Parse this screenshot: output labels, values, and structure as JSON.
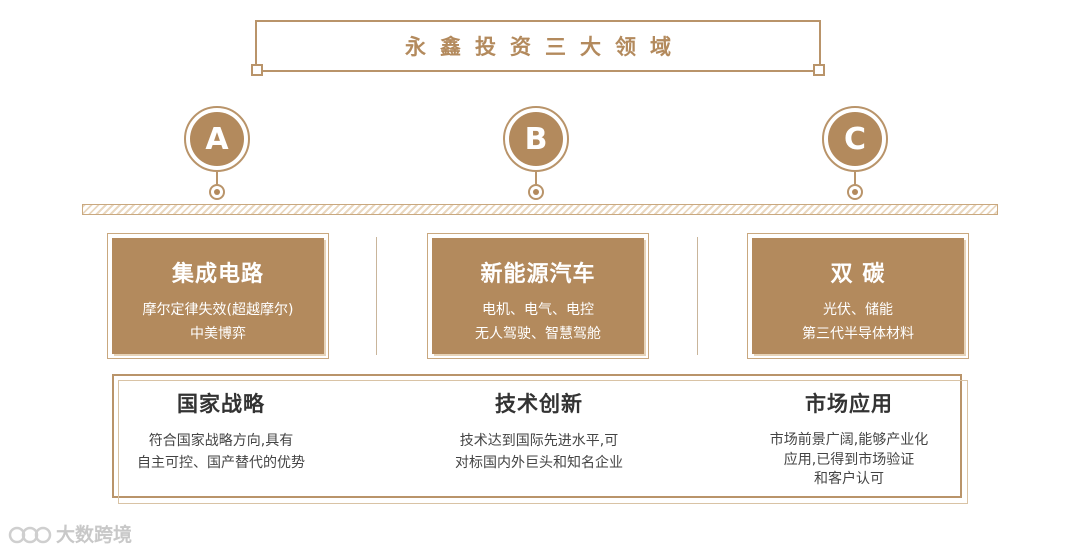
{
  "title": "永鑫投资三大领域",
  "pins": [
    {
      "letter": "A"
    },
    {
      "letter": "B"
    },
    {
      "letter": "C"
    }
  ],
  "cards": [
    {
      "title": "集成电路",
      "lines": [
        "摩尔定律失效(超越摩尔)",
        "中美博弈"
      ]
    },
    {
      "title": "新能源汽车",
      "lines": [
        "电机、电气、电控",
        "无人驾驶、智慧驾舱"
      ]
    },
    {
      "title": "双 碳",
      "lines": [
        "光伏、储能",
        "第三代半导体材料"
      ]
    }
  ],
  "columns": [
    {
      "title": "国家战略",
      "lines": [
        "符合国家战略方向,具有",
        "自主可控、国产替代的优势"
      ]
    },
    {
      "title": "技术创新",
      "lines": [
        "技术达到国际先进水平,可",
        "对标国内外巨头和知名企业"
      ]
    },
    {
      "title": "市场应用",
      "lines": [
        "市场前景广阔,能够产业化",
        "应用,已得到市场验证",
        "和客户认可"
      ]
    }
  ],
  "watermark": {
    "text": "大数跨境"
  },
  "colors": {
    "accent": "#b38a5d",
    "border": "#b9946a",
    "band": "#e9d7bf"
  }
}
